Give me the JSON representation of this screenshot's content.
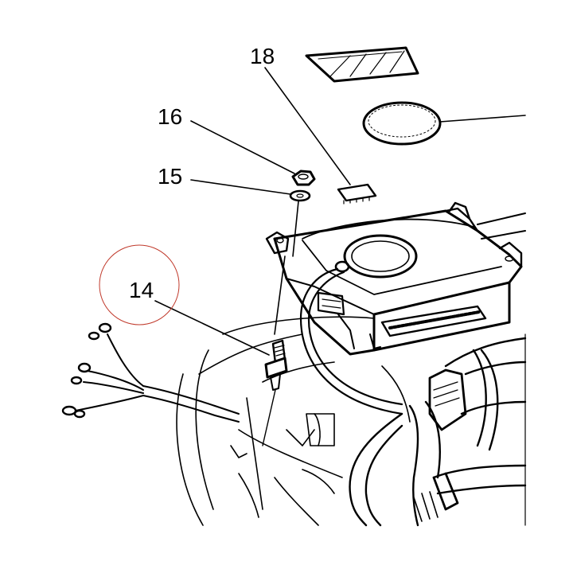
{
  "callouts": {
    "part_18": "18",
    "part_16": "16",
    "part_15": "15",
    "part_14": "14"
  },
  "colors": {
    "line": "#000000",
    "background": "#ffffff",
    "highlight_circle": "#c0392b"
  }
}
